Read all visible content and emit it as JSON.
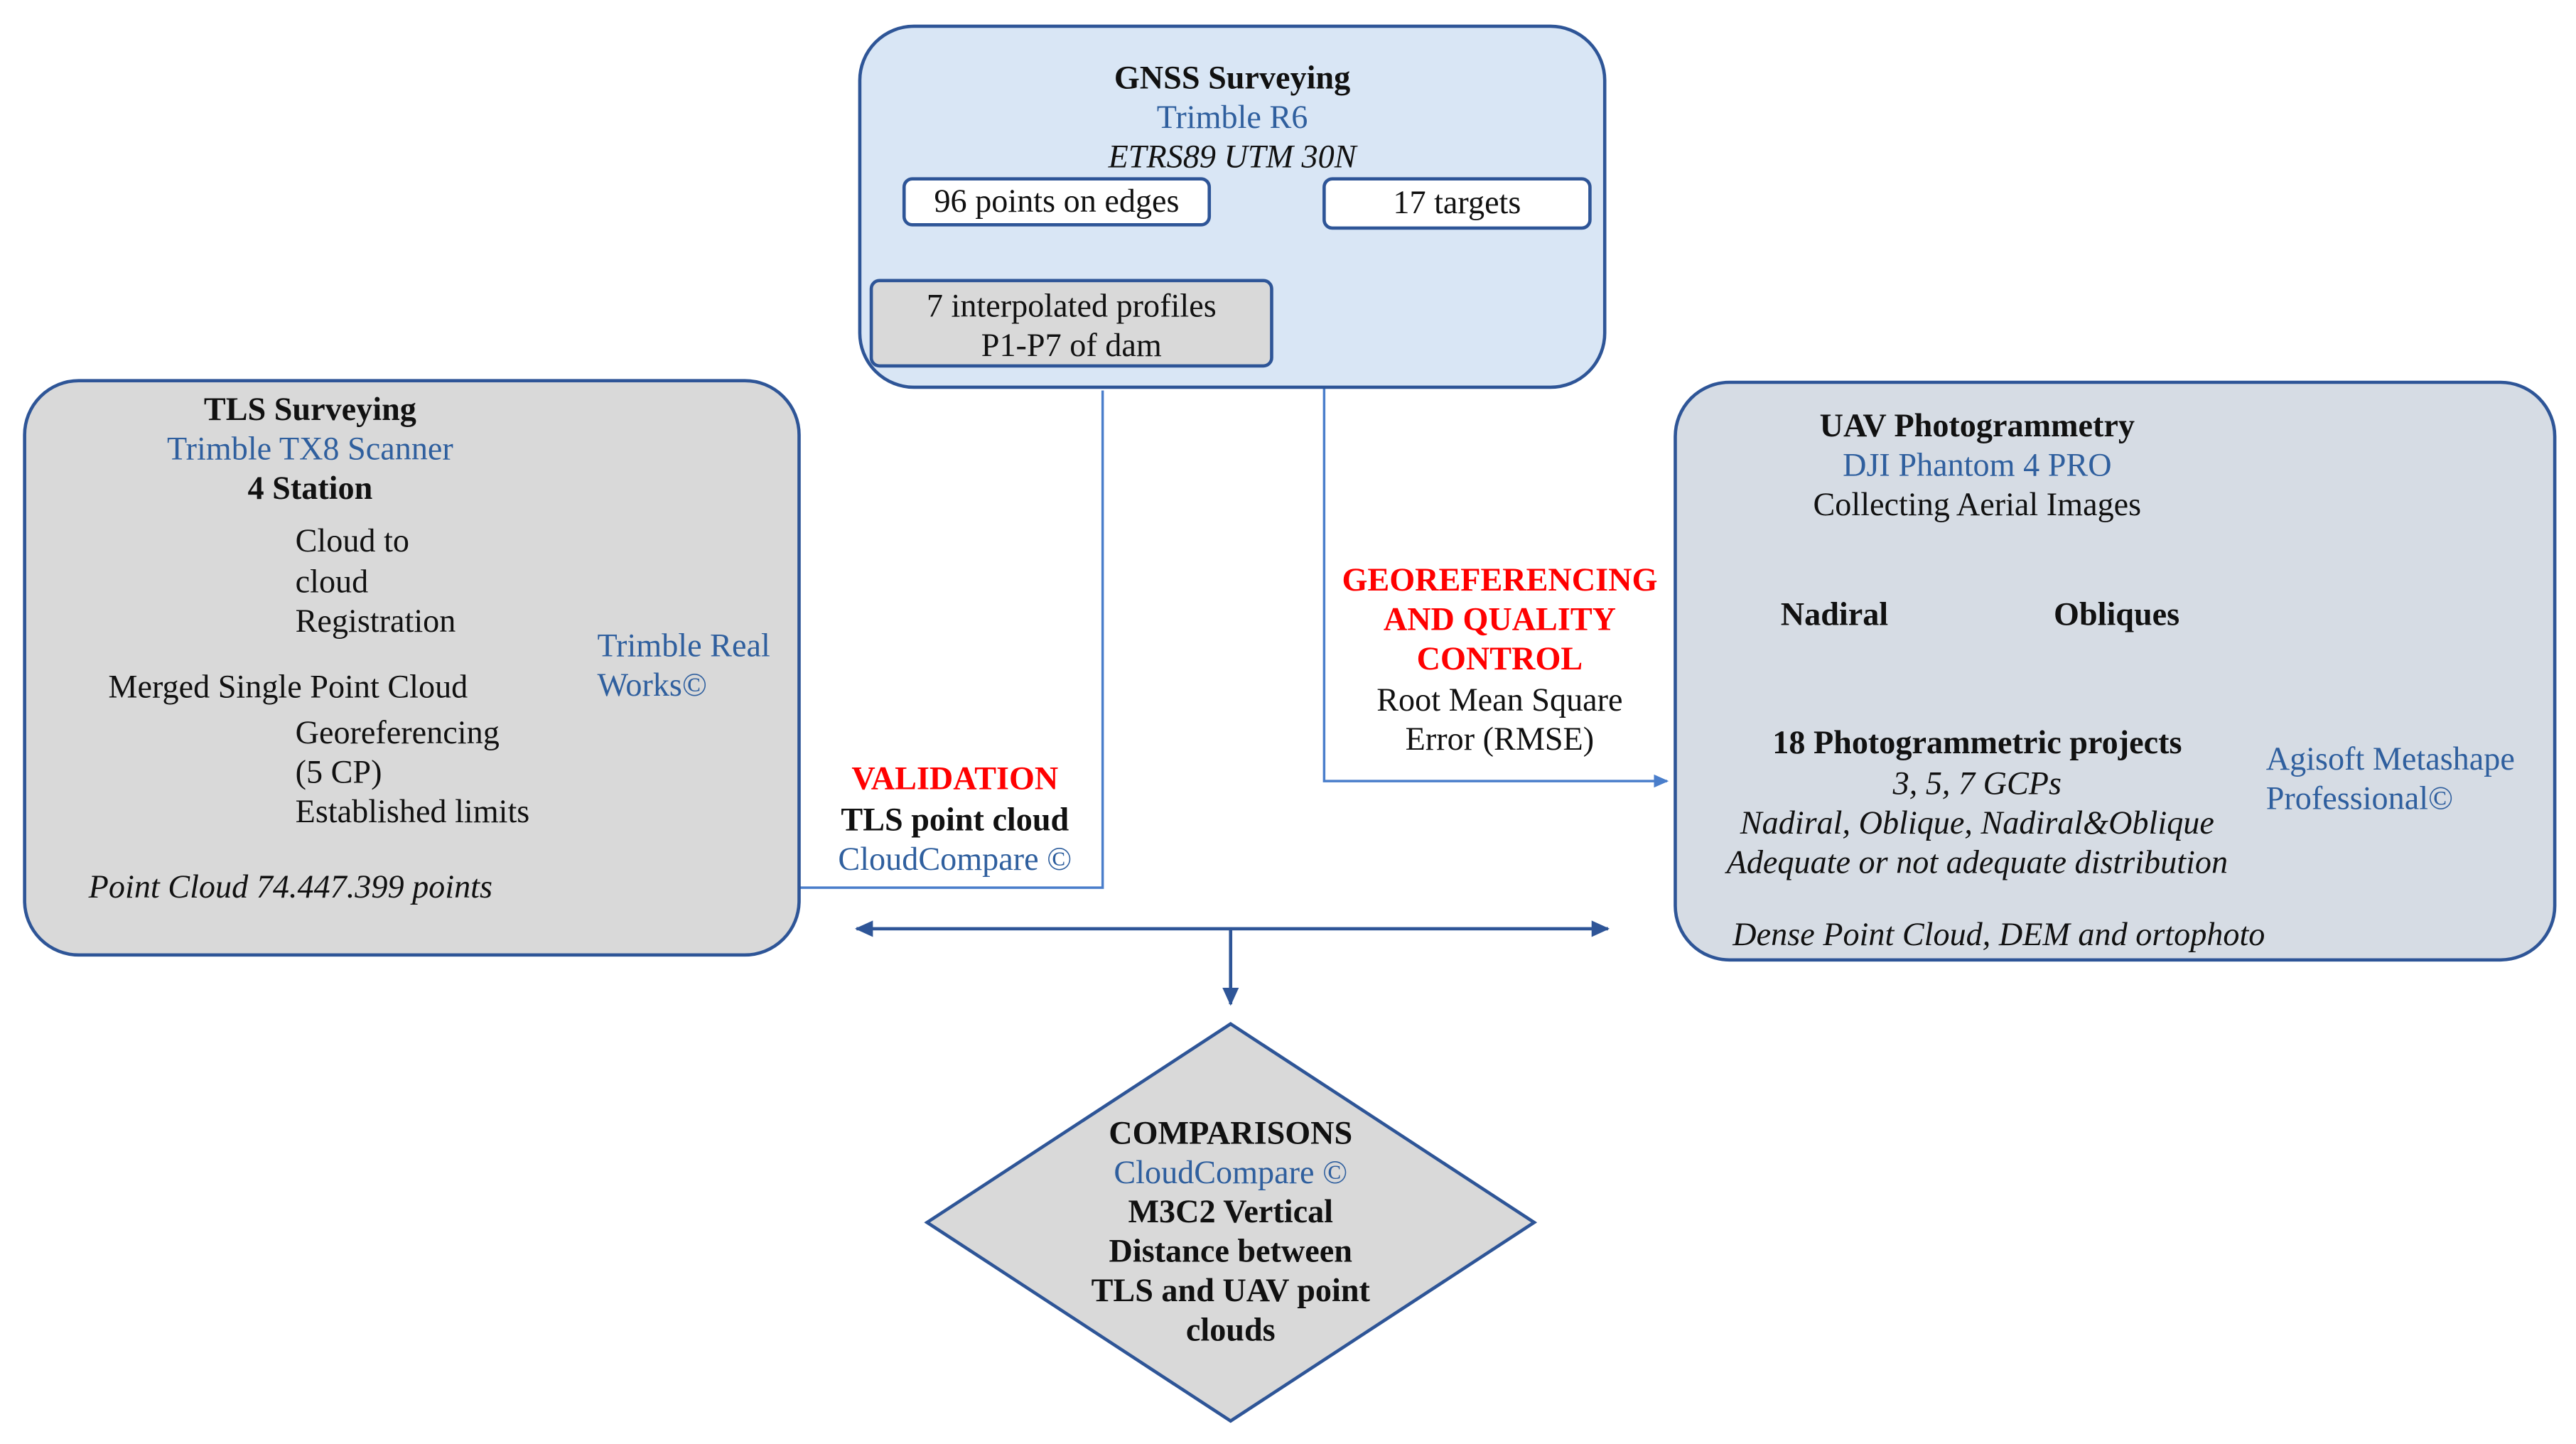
{
  "gnss": {
    "title": "GNSS Surveying",
    "instrument": "Trimble R6",
    "crs": "ETRS89 UTM 30N",
    "points_label": "96 points on edges",
    "targets_label": "17 targets",
    "profiles_line1": "7 interpolated profiles",
    "profiles_line2": "P1-P7 of dam"
  },
  "tls": {
    "title": "TLS Surveying",
    "instrument": "Trimble TX8 Scanner",
    "stations": "4 Station",
    "registration_lines": [
      "Cloud to",
      "cloud",
      "Registration"
    ],
    "merged": "Merged Single Point Cloud",
    "georef_lines": [
      "Georeferencing",
      "(5 CP)",
      "Established limits"
    ],
    "software_lines": [
      "Trimble Real",
      "Works©"
    ],
    "result": "Point Cloud 74.447.399 points"
  },
  "uav": {
    "title": "UAV Photogrammetry",
    "instrument": "DJI Phantom 4 PRO",
    "step": "Collecting Aerial Images",
    "nadiral": "Nadiral",
    "obliques": "Obliques",
    "projects_title": "18 Photogrammetric projects",
    "gcps": "3, 5, 7 GCPs",
    "modes": "Nadiral, Oblique, Nadiral&Oblique",
    "distribution": "Adequate or not adequate distribution",
    "software_lines": [
      "Agisoft Metashape",
      "Professional©"
    ],
    "result": "Dense Point Cloud, DEM and ortophoto"
  },
  "georef": {
    "lines": [
      "GEOREFERENCING",
      "AND QUALITY",
      "CONTROL"
    ],
    "metric_lines": [
      "Root Mean Square",
      "Error (RMSE)"
    ]
  },
  "validation": {
    "label": "VALIDATION",
    "subject": "TLS point cloud",
    "software": "CloudCompare ©"
  },
  "comparisons": {
    "title": "COMPARISONS",
    "software": "CloudCompare ©",
    "description_lines": [
      "M3C2 Vertical",
      "Distance between",
      "TLS and UAV point",
      "clouds"
    ]
  },
  "colors": {
    "box_border": "#2e5597",
    "gnss_fill": "#d9e6f5",
    "tls_fill": "#d9d9d9",
    "uav_fill": "#d6dce4",
    "arrow_blue": "#4a7ecb",
    "accent_red": "#ff0000",
    "software_blue": "#2f5f9e"
  }
}
